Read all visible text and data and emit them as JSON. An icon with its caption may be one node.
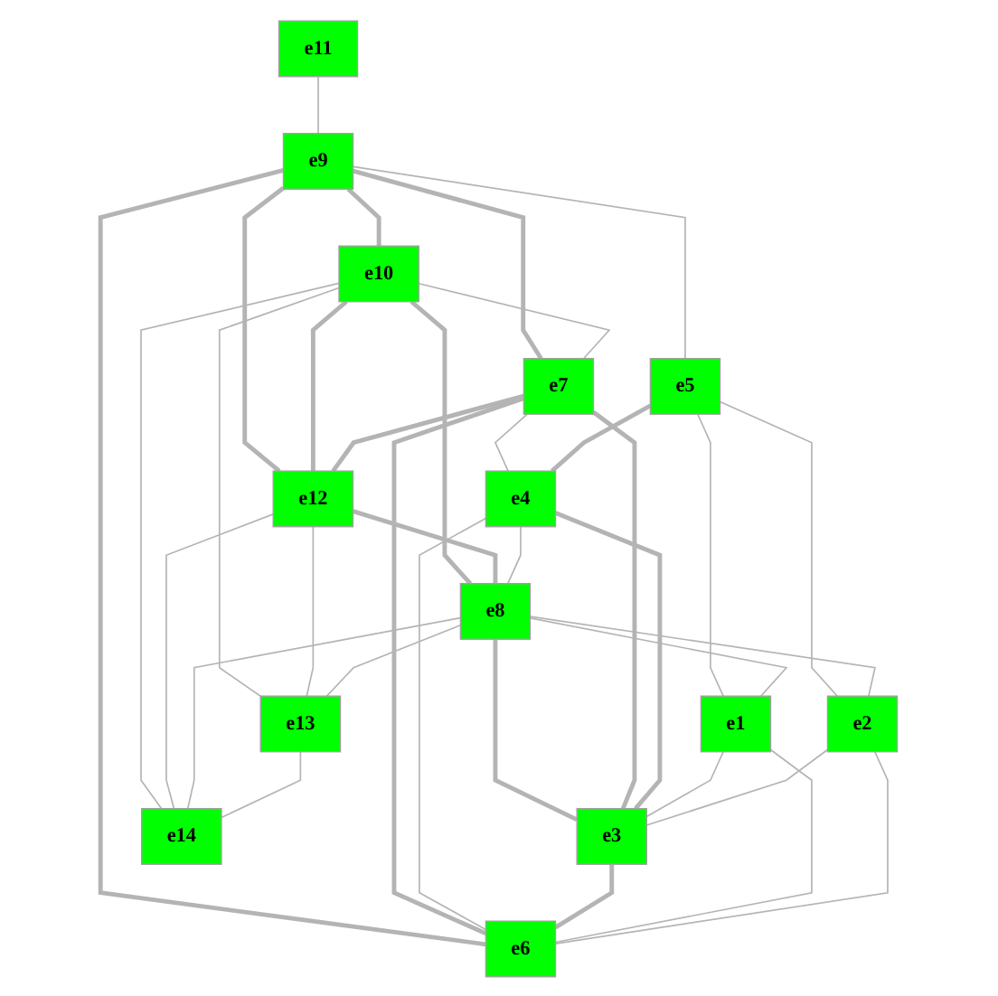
{
  "diagram": {
    "nodes": [
      {
        "text": [
          "e1"
        ]
      },
      {
        "text": [
          "e2"
        ]
      },
      {
        "text": [
          "e3"
        ]
      },
      {
        "text": [
          "e4"
        ]
      },
      {
        "text": [
          "e5"
        ]
      },
      {
        "text": [
          "e6"
        ]
      },
      {
        "text": [
          "e7"
        ]
      },
      {
        "text": [
          "e8"
        ]
      },
      {
        "text": [
          "e9"
        ]
      },
      {
        "text": [
          "e10"
        ]
      },
      {
        "text": [
          "e11"
        ]
      },
      {
        "text": [
          "e12"
        ]
      },
      {
        "text": [
          "e13"
        ]
      },
      {
        "text": [
          "e14"
        ]
      }
    ],
    "edges": [
      {
        "from": 10,
        "to": 8,
        "arrow": "none"
      },
      {
        "from": 8,
        "to": 9,
        "arrow": "none",
        "style": "thick"
      },
      {
        "from": 8,
        "to": 6,
        "arrow": "none",
        "style": "thick"
      },
      {
        "from": 8,
        "to": 5,
        "arrow": "none",
        "style": "thick"
      },
      {
        "from": 8,
        "to": 11,
        "arrow": "none",
        "style": "thick"
      },
      {
        "from": 8,
        "to": 4,
        "arrow": "none"
      },
      {
        "from": 9,
        "to": 11,
        "arrow": "none",
        "style": "thick"
      },
      {
        "from": 9,
        "to": 7,
        "arrow": "none",
        "style": "thick"
      },
      {
        "from": 9,
        "to": 6,
        "arrow": "none"
      },
      {
        "from": 9,
        "to": 12,
        "arrow": "none"
      },
      {
        "from": 9,
        "to": 13,
        "arrow": "none"
      },
      {
        "from": 6,
        "to": 11,
        "arrow": "none",
        "style": "thick"
      },
      {
        "from": 11,
        "to": 7,
        "arrow": "none",
        "style": "thick"
      },
      {
        "from": 11,
        "to": 12,
        "arrow": "none"
      },
      {
        "from": 11,
        "to": 13,
        "arrow": "none"
      },
      {
        "from": 3,
        "to": 7,
        "arrow": "none"
      },
      {
        "from": 7,
        "to": 13,
        "arrow": "none"
      },
      {
        "from": 7,
        "to": 12,
        "arrow": "none"
      },
      {
        "from": 7,
        "to": 2,
        "arrow": "none",
        "style": "thick"
      },
      {
        "from": 12,
        "to": 13,
        "arrow": "none"
      },
      {
        "from": 6,
        "to": 5,
        "arrow": "none",
        "style": "thick"
      },
      {
        "from": 6,
        "to": 2,
        "arrow": "none",
        "style": "thick"
      },
      {
        "from": 6,
        "to": 3,
        "arrow": "none"
      },
      {
        "from": 4,
        "to": 3,
        "arrow": "none",
        "style": "thick"
      },
      {
        "from": 4,
        "to": 0,
        "arrow": "none"
      },
      {
        "from": 4,
        "to": 1,
        "arrow": "none"
      },
      {
        "from": 3,
        "to": 2,
        "arrow": "none",
        "style": "thick"
      },
      {
        "from": 3,
        "to": 5,
        "arrow": "none"
      },
      {
        "from": 2,
        "to": 5,
        "arrow": "none",
        "style": "thick"
      },
      {
        "from": 0,
        "to": 2,
        "arrow": "none"
      },
      {
        "from": 0,
        "to": 5,
        "arrow": "none"
      },
      {
        "from": 7,
        "to": 0,
        "arrow": "none"
      },
      {
        "from": 1,
        "to": 5,
        "arrow": "none"
      },
      {
        "from": 7,
        "to": 1,
        "arrow": "none"
      },
      {
        "from": 1,
        "to": 2,
        "arrow": "none"
      }
    ]
  }
}
